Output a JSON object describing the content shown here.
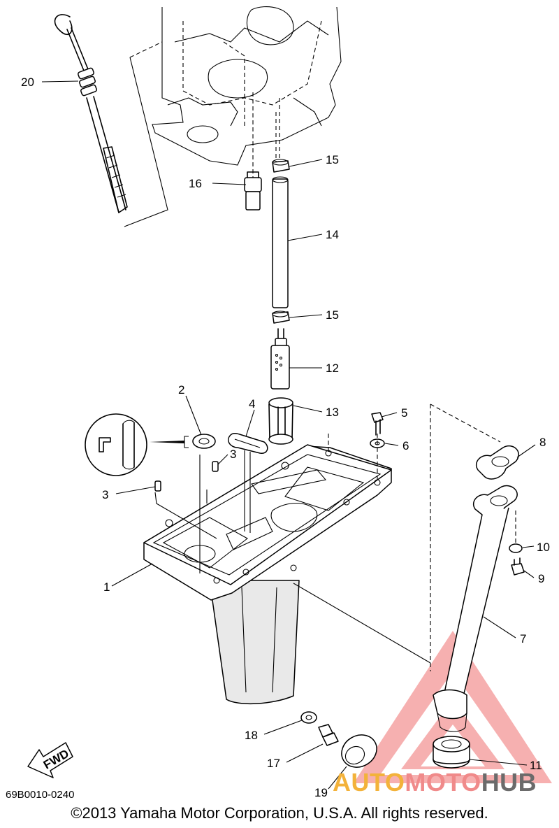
{
  "diagram_code": "69B0010-0240",
  "copyright": "©2013 Yamaha Motor Corporation, U.S.A. All rights reserved.",
  "fwd_label": "FWD",
  "watermark": {
    "part1": "AUTO",
    "part2": "MOTO",
    "part3": "HUB",
    "triangle_color": "#f07070"
  },
  "callouts": [
    {
      "id": "c1",
      "label": "1"
    },
    {
      "id": "c2",
      "label": "2"
    },
    {
      "id": "c3a",
      "label": "3"
    },
    {
      "id": "c3b",
      "label": "3"
    },
    {
      "id": "c4",
      "label": "4"
    },
    {
      "id": "c5",
      "label": "5"
    },
    {
      "id": "c6",
      "label": "6"
    },
    {
      "id": "c7",
      "label": "7"
    },
    {
      "id": "c8",
      "label": "8"
    },
    {
      "id": "c9",
      "label": "9"
    },
    {
      "id": "c10",
      "label": "10"
    },
    {
      "id": "c11",
      "label": "11"
    },
    {
      "id": "c12",
      "label": "12"
    },
    {
      "id": "c13",
      "label": "13"
    },
    {
      "id": "c14",
      "label": "14"
    },
    {
      "id": "c15a",
      "label": "15"
    },
    {
      "id": "c15b",
      "label": "15"
    },
    {
      "id": "c16",
      "label": "16"
    },
    {
      "id": "c17",
      "label": "17"
    },
    {
      "id": "c18",
      "label": "18"
    },
    {
      "id": "c19",
      "label": "19"
    },
    {
      "id": "c20",
      "label": "20"
    }
  ]
}
